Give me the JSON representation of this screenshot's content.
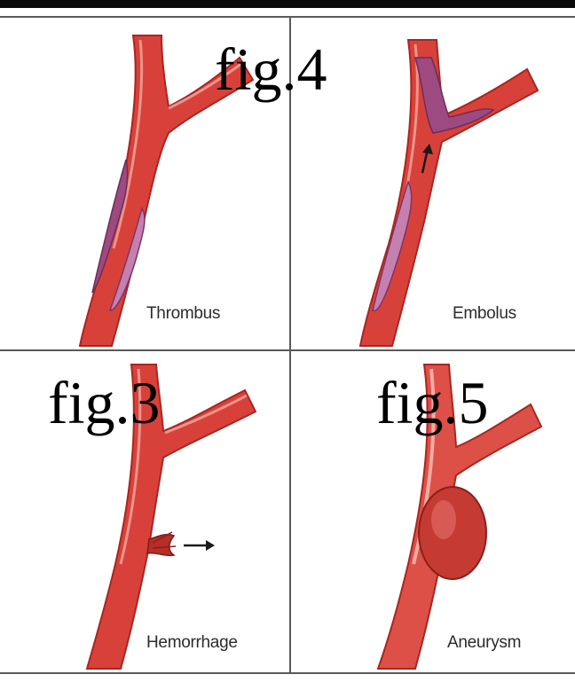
{
  "panels": [
    {
      "caption": "Thrombus"
    },
    {
      "caption": "Embolus"
    },
    {
      "caption": "Hemorrhage"
    },
    {
      "caption": "Aneurysm"
    }
  ],
  "overlays": {
    "fig4": "fig.4",
    "fig3": "fig.3",
    "fig5": "fig.5"
  },
  "colors": {
    "vessel": "#d8413a",
    "vessel_dark": "#a82620",
    "vessel_highlight": "#f3b8ae",
    "clot": "#9c4a80",
    "clot_light": "#c680b0",
    "grid": "#5a5a5a"
  }
}
